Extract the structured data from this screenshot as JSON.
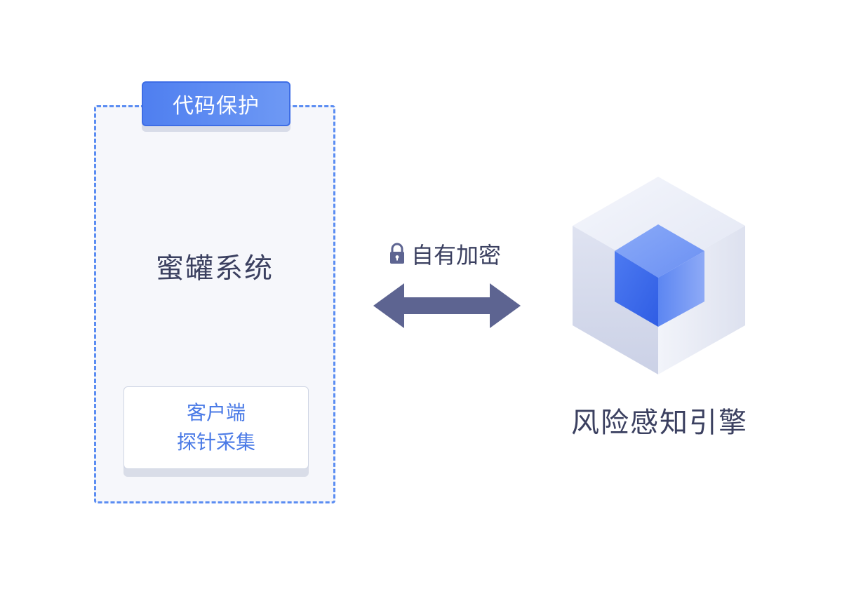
{
  "honeypot": {
    "tag_label": "代码保护",
    "title": "蜜罐系统",
    "probe_line1": "客户端",
    "probe_line2": "探针采集"
  },
  "connection": {
    "label": "自有加密",
    "icon": "lock-icon"
  },
  "engine": {
    "title": "风险感知引擎",
    "icon": "cube-icon"
  },
  "colors": {
    "accent": "#4f7ff0",
    "text": "#3b4060",
    "arrow": "#5d6491",
    "probe_text": "#4a7ae6"
  }
}
